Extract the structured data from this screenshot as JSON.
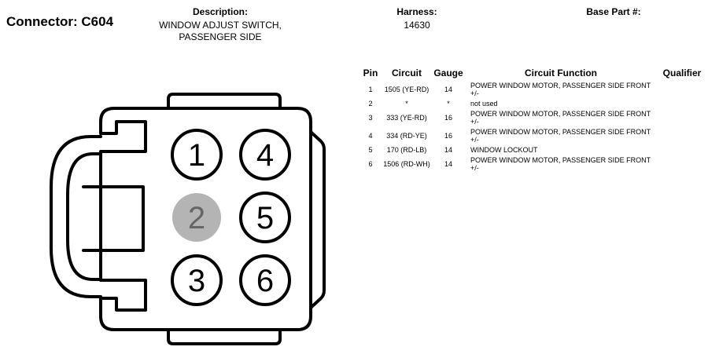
{
  "connector": {
    "title": "Connector: C604"
  },
  "description": {
    "label": "Description:",
    "line1": "WINDOW ADJUST SWITCH,",
    "line2": "PASSENGER SIDE"
  },
  "harness": {
    "label": "Harness:",
    "value": "14630"
  },
  "base_part": {
    "label": "Base Part #:",
    "value": ""
  },
  "table": {
    "headers": {
      "pin": "Pin",
      "circuit": "Circuit",
      "gauge": "Gauge",
      "function": "Circuit Function",
      "qualifier": "Qualifier"
    },
    "rows": [
      {
        "pin": "1",
        "circuit": "1505 (YE-RD)",
        "gauge": "14",
        "function": "POWER WINDOW MOTOR, PASSENGER SIDE FRONT +/-",
        "qualifier": ""
      },
      {
        "pin": "2",
        "circuit": "*",
        "gauge": "*",
        "function": "not used",
        "qualifier": ""
      },
      {
        "pin": "3",
        "circuit": "333 (YE-RD)",
        "gauge": "16",
        "function": "POWER WINDOW MOTOR, PASSENGER SIDE FRONT +/-",
        "qualifier": ""
      },
      {
        "pin": "4",
        "circuit": "334 (RD-YE)",
        "gauge": "16",
        "function": "POWER WINDOW MOTOR, PASSENGER SIDE FRONT +/-",
        "qualifier": ""
      },
      {
        "pin": "5",
        "circuit": "170 (RD-LB)",
        "gauge": "14",
        "function": "WINDOW LOCKOUT",
        "qualifier": ""
      },
      {
        "pin": "6",
        "circuit": "1506 (RD-WH)",
        "gauge": "14",
        "function": "POWER WINDOW MOTOR, PASSENGER SIDE FRONT +/-",
        "qualifier": ""
      }
    ]
  },
  "diagram": {
    "pins": [
      {
        "label": "1",
        "used": true
      },
      {
        "label": "2",
        "used": false
      },
      {
        "label": "3",
        "used": true
      },
      {
        "label": "4",
        "used": true
      },
      {
        "label": "5",
        "used": true
      },
      {
        "label": "6",
        "used": true
      }
    ],
    "colors": {
      "unused_fill": "#b4b4b4",
      "unused_text": "#666666",
      "outline": "#000000"
    }
  }
}
